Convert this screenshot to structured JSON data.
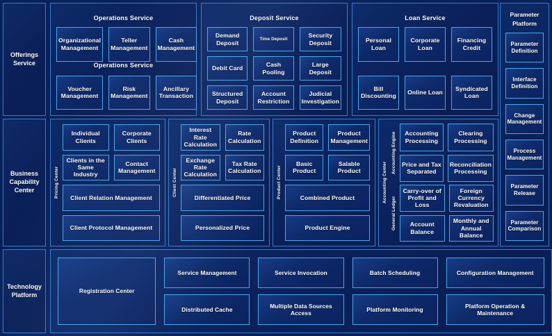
{
  "colors": {
    "background": "#0a2059",
    "panel_border": "#2f7fd0",
    "leaf_border": "#49a8ec",
    "text": "#ffffff"
  },
  "row1": {
    "sidebar": {
      "label": "Offerings Service"
    },
    "groups": [
      {
        "title": "Operations Service",
        "duplicate_title": "Operations Service",
        "items": [
          {
            "label": "Organizational Management"
          },
          {
            "label": "Teller Management"
          },
          {
            "label": "Cash Management"
          },
          {
            "label": "Voucher Management"
          },
          {
            "label": "Risk Management"
          },
          {
            "label": "Ancillary Transaction"
          }
        ]
      },
      {
        "title": "Deposit Service",
        "items": [
          {
            "label": "Demand Deposit"
          },
          {
            "label": "Time Deposit",
            "size": "tiny"
          },
          {
            "label": "Security Deposit"
          },
          {
            "label": "Debit Card"
          },
          {
            "label": "Cash Pooling"
          },
          {
            "label": "Large Deposit"
          },
          {
            "label": "Structured Deposit"
          },
          {
            "label": "Account Restriction"
          },
          {
            "label": "Judicial Investigation"
          }
        ]
      },
      {
        "title": "Loan Service",
        "items": [
          {
            "label": "Personal Loan"
          },
          {
            "label": "Corporate Loan"
          },
          {
            "label": "Financing Credit"
          },
          {
            "label": "Bill Discounting"
          },
          {
            "label": "Online Loan"
          },
          {
            "label": "Syndicated Loan"
          }
        ]
      }
    ]
  },
  "param_platform": {
    "title": "Parameter Platform",
    "items": [
      {
        "label": "Parameter Definition"
      },
      {
        "label": "Interface Definition"
      },
      {
        "label": "Change Management"
      },
      {
        "label": "Process Management"
      },
      {
        "label": "Parameter Release"
      },
      {
        "label": "Parameter Comparison"
      }
    ]
  },
  "row2": {
    "sidebar": {
      "label": "Business Capability Center"
    },
    "groups": [
      {
        "vlabel": "Pricing Center",
        "items": [
          {
            "label": "Individual Clients"
          },
          {
            "label": "Corporate Clients"
          },
          {
            "label": "Clients in the Same Industry"
          },
          {
            "label": "Contact Management"
          },
          {
            "label": "Client Relation Management",
            "span": true
          },
          {
            "label": "Client Protocol Management",
            "span": true
          }
        ]
      },
      {
        "vlabel": "Client Center",
        "items": [
          {
            "label": "Interest Rate Calculation"
          },
          {
            "label": "Rate Calculation"
          },
          {
            "label": "Exchange Rate Calculation"
          },
          {
            "label": "Tax Rate Calculation"
          },
          {
            "label": "Differentiated Price",
            "span": true
          },
          {
            "label": "Personalized Price",
            "span": true
          }
        ]
      },
      {
        "vlabel": "Product Center",
        "items": [
          {
            "label": "Product Definition"
          },
          {
            "label": "Product Management"
          },
          {
            "label": "Basic Product"
          },
          {
            "label": "Salable Product"
          },
          {
            "label": "Combined Product",
            "span": true
          },
          {
            "label": "Product Engine",
            "span": true
          }
        ]
      }
    ],
    "accounting": {
      "vlabel": "Accounting Center",
      "subgroups": [
        {
          "vlabel": "Accounting Engine",
          "items": [
            {
              "label": "Accounting Processing"
            },
            {
              "label": "Clearing Processing"
            },
            {
              "label": "Price and Tax Separated"
            },
            {
              "label": "Reconciliation Processing"
            }
          ]
        },
        {
          "vlabel": "General Ledger",
          "items": [
            {
              "label": "Carry-over of Profit and Loss"
            },
            {
              "label": "Foreign Currency Revaluation"
            },
            {
              "label": "Account Balance"
            },
            {
              "label": "Monthly and Annual Balance"
            }
          ]
        }
      ]
    }
  },
  "row3": {
    "sidebar": {
      "label": "Technology Platform"
    },
    "items": [
      {
        "label": "Registration Center",
        "tall": true
      },
      {
        "label": "Service Management"
      },
      {
        "label": "Service Invocation"
      },
      {
        "label": "Batch Scheduling"
      },
      {
        "label": "Configuration Management"
      },
      {
        "label": "Distributed Cache"
      },
      {
        "label": "Multiple Data Sources Access"
      },
      {
        "label": "Platform Monitoring"
      },
      {
        "label": "Platform Operation & Maintenance"
      }
    ]
  }
}
